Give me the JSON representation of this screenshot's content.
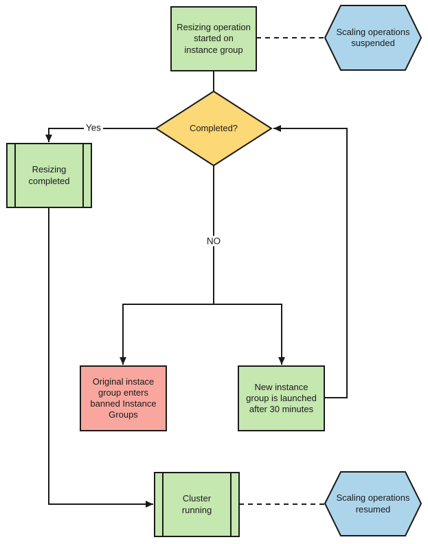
{
  "colors": {
    "green": "#c5e7b0",
    "yellow": "#fcd876",
    "red": "#f9a79e",
    "blue": "#acd5eb",
    "stroke": "#1a1a1a"
  },
  "nodes": {
    "start": {
      "label": "Resizing operation\nstarted on\ninstance group"
    },
    "scaling_suspended": {
      "label": "Scaling operations\nsuspended"
    },
    "completed": {
      "label": "Completed?"
    },
    "resizing_completed": {
      "label": "Resizing\ncompleted"
    },
    "banned_group": {
      "label": "Original instace\ngroup enters\nbanned Instance\nGroups"
    },
    "new_group": {
      "label": "New instance\ngroup is launched\nafter 30 minutes"
    },
    "cluster_running": {
      "label": "Cluster\nrunning"
    },
    "scaling_resumed": {
      "label": "Scaling operations\nresumed"
    }
  },
  "edges": {
    "yes_label": "Yes",
    "no_label": "NO"
  }
}
